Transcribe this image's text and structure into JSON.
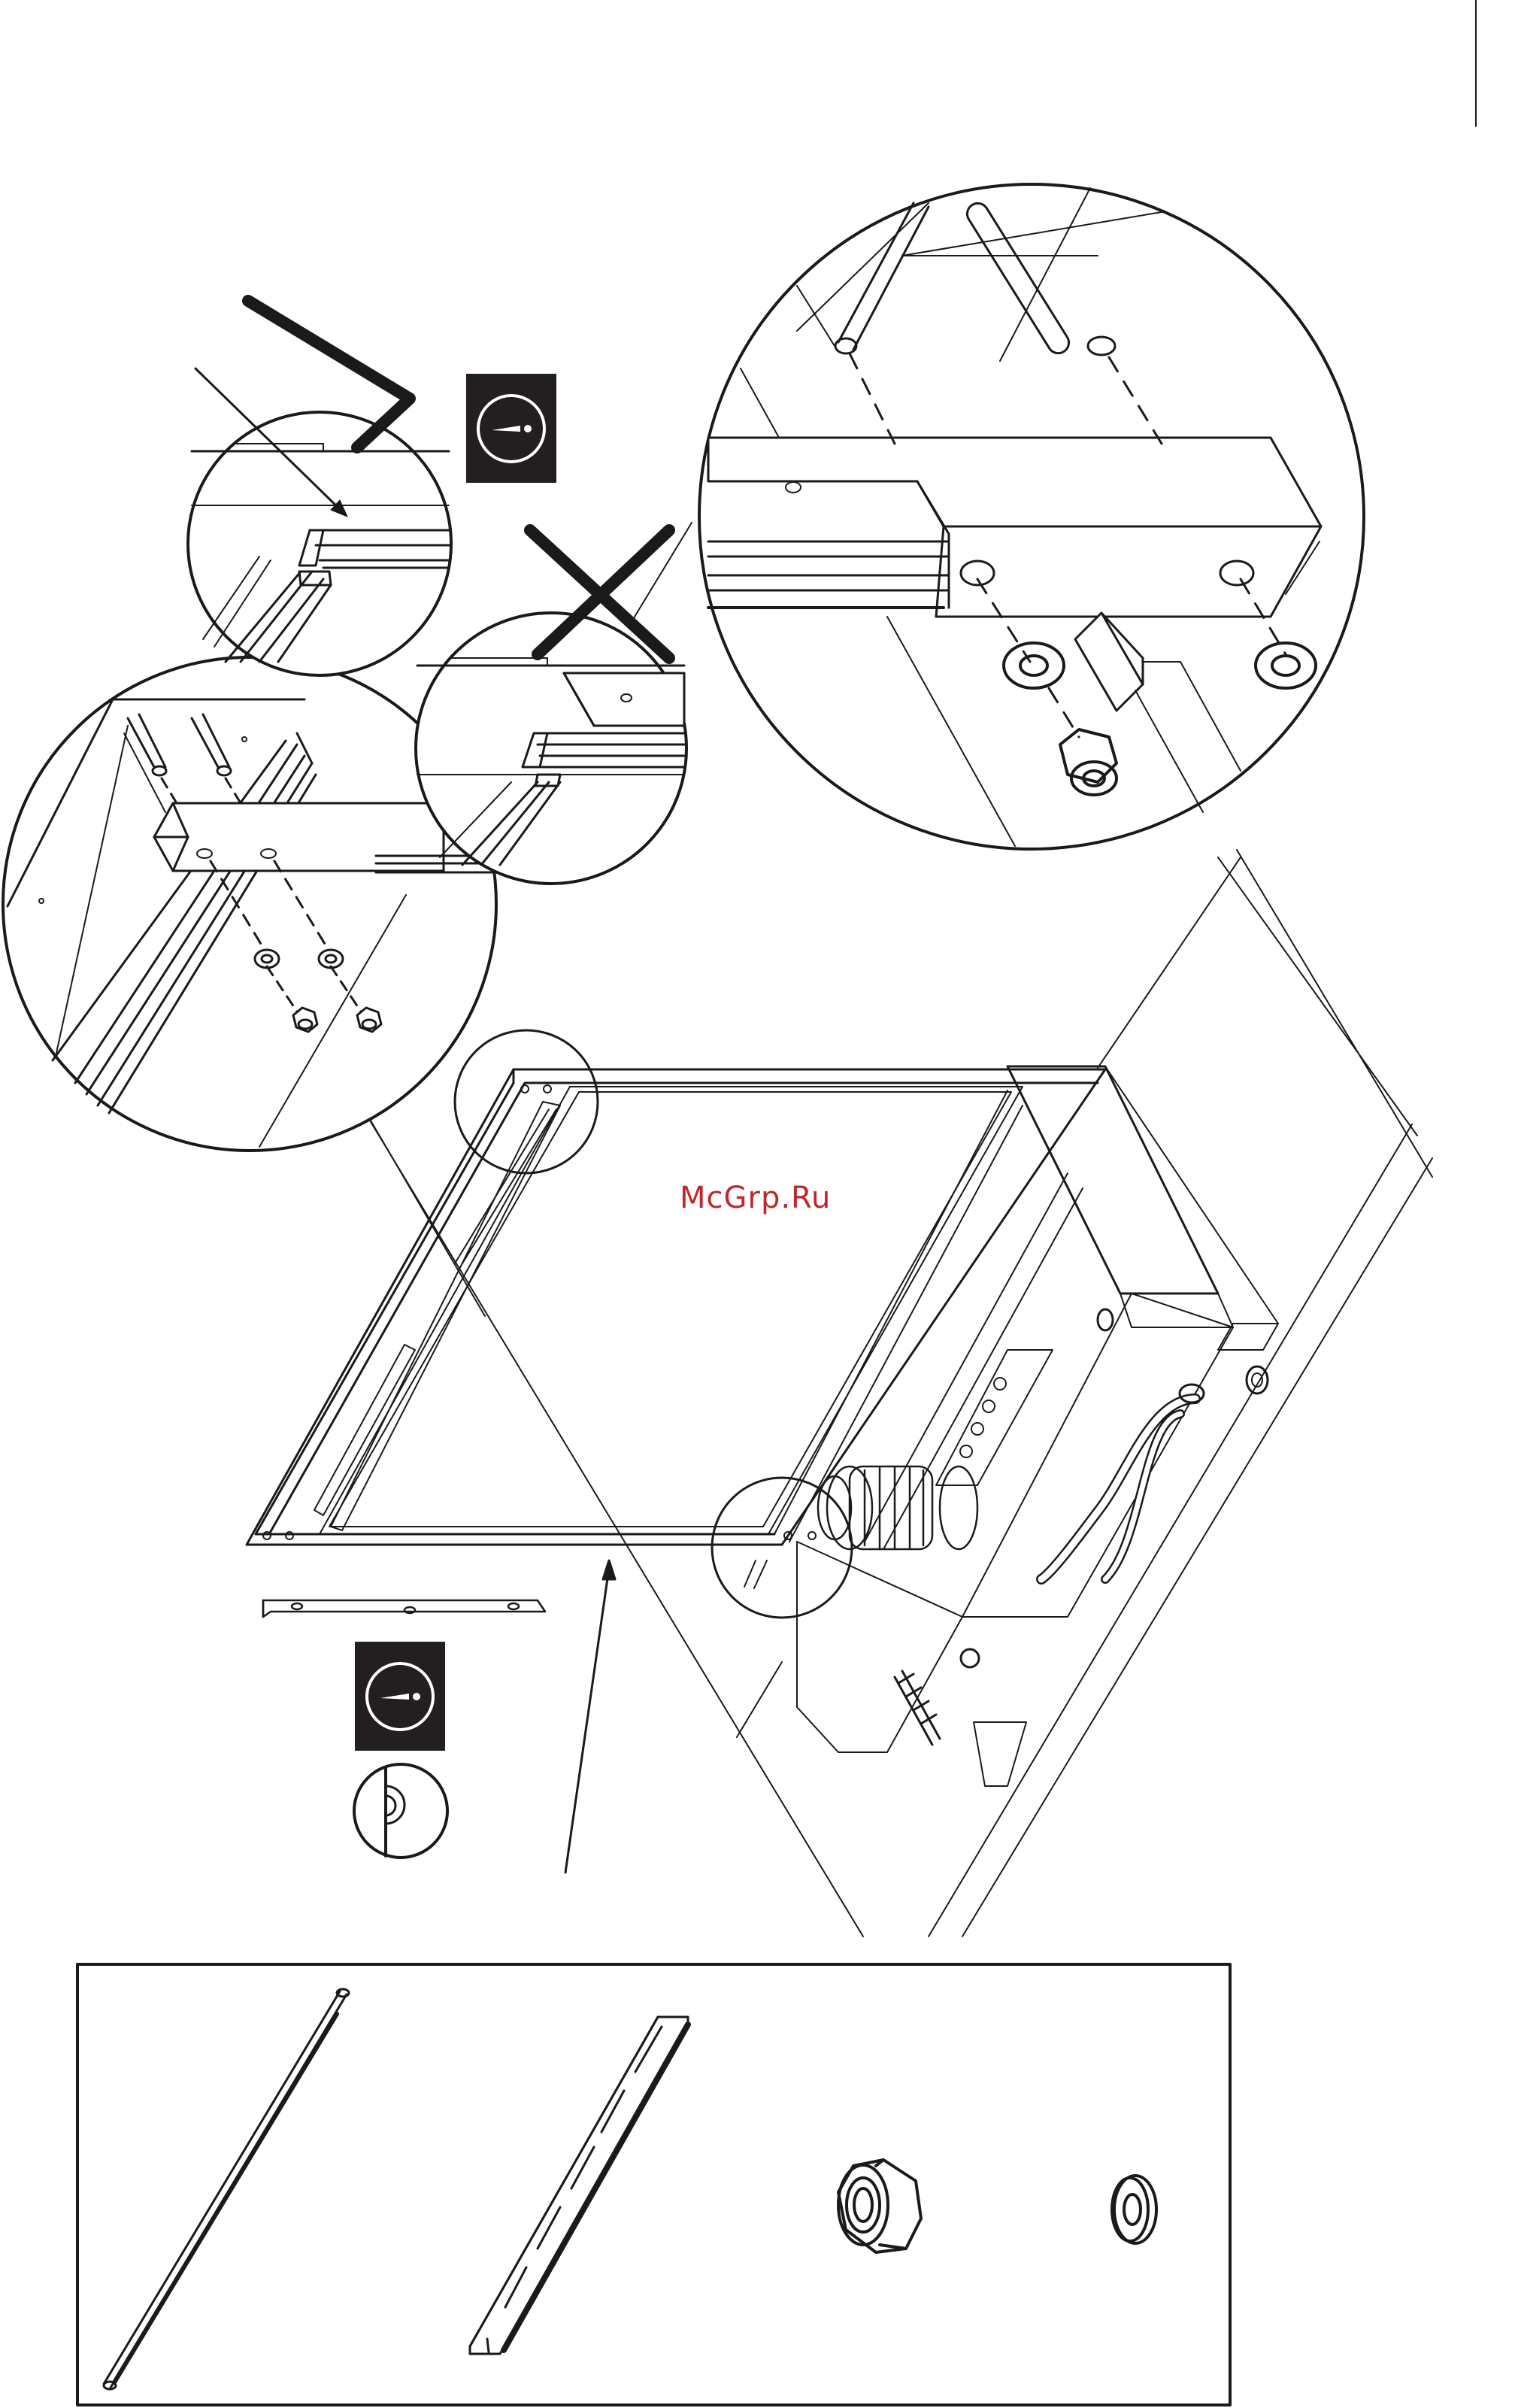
{
  "watermark": {
    "text": "McGrp.Ru",
    "color": "#c0272d"
  },
  "colors": {
    "line": "#1a1a1a",
    "badge_fill": "#231f20",
    "badge_glyph": "#ffffff",
    "paper": "#ffffff"
  },
  "icons": {
    "warning_badge": "exclamation-icon",
    "correct_mark": "check-mark-icon",
    "wrong_mark": "cross-mark-icon",
    "spirit_level": "spirit-level-icon"
  },
  "parts_panel": {
    "items": [
      "long-rail",
      "slotted-rail",
      "lock-nut",
      "washer"
    ]
  }
}
